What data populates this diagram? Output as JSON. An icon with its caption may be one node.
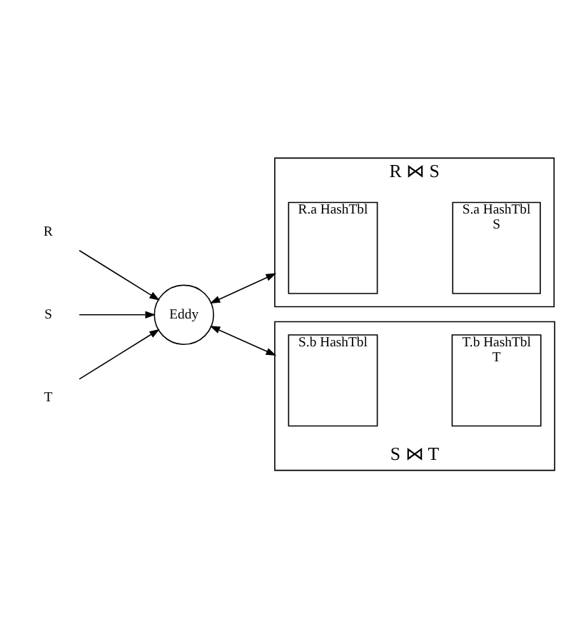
{
  "diagram": {
    "nodes": [
      {
        "text": [
          "R"
        ]
      },
      {
        "text": [
          "S"
        ]
      },
      {
        "text": [
          "T"
        ]
      },
      {
        "text": [
          "Eddy"
        ]
      },
      {
        "text": [],
        "shape": "box",
        "beside": [
          "R ⋈ S"
        ]
      },
      {
        "text": [
          "R.a HashTbl"
        ],
        "in": 4
      },
      {
        "text": [
          "S.a HashTbl",
          "S"
        ],
        "in": 4
      },
      {
        "text": [],
        "shape": "box",
        "beside": [
          "S ⋈ T"
        ]
      },
      {
        "text": [
          "S.b HashTbl"
        ],
        "in": 7
      },
      {
        "text": [
          "T.b HashTbl",
          "T"
        ],
        "in": 7
      }
    ],
    "edges": [
      {
        "from": 0,
        "to": 3,
        "arrow": "to"
      },
      {
        "from": 1,
        "to": 3,
        "arrow": "to"
      },
      {
        "from": 2,
        "to": 3,
        "arrow": "to"
      },
      {
        "from": 3,
        "to": 4,
        "arrow": "both"
      },
      {
        "from": 3,
        "to": 7,
        "arrow": "both"
      }
    ]
  }
}
